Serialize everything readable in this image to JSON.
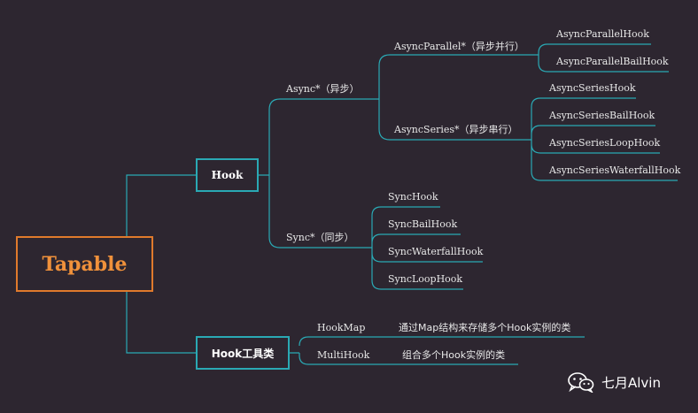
{
  "root": {
    "label": "Tapable"
  },
  "hook": {
    "label": "Hook",
    "async": {
      "label": "Async*（异步）",
      "parallel": {
        "label": "AsyncParallel*（异步并行）",
        "items": [
          "AsyncParallelHook",
          "AsyncParallelBailHook"
        ]
      },
      "series": {
        "label": "AsyncSeries*（异步串行）",
        "items": [
          "AsyncSeriesHook",
          "AsyncSeriesBailHook",
          "AsyncSeriesLoopHook",
          "AsyncSeriesWaterfallHook"
        ]
      }
    },
    "sync": {
      "label": "Sync*（同步）",
      "items": [
        "SyncHook",
        "SyncBailHook",
        "SyncWaterfallHook",
        "SyncLoopHook"
      ]
    }
  },
  "tools": {
    "label": "Hook工具类",
    "items": [
      {
        "name": "HookMap",
        "desc": "通过Map结构来存储多个Hook实例的类"
      },
      {
        "name": "MultiHook",
        "desc": "组合多个Hook实例的类"
      }
    ]
  },
  "watermark": {
    "text": "七月Alvin",
    "icon": "wechat-icon"
  },
  "colors": {
    "background": "#2d2630",
    "line": "#2aa9b4",
    "root_border": "#e07a2c",
    "root_text": "#f0913b",
    "text": "#e8e8e8"
  }
}
